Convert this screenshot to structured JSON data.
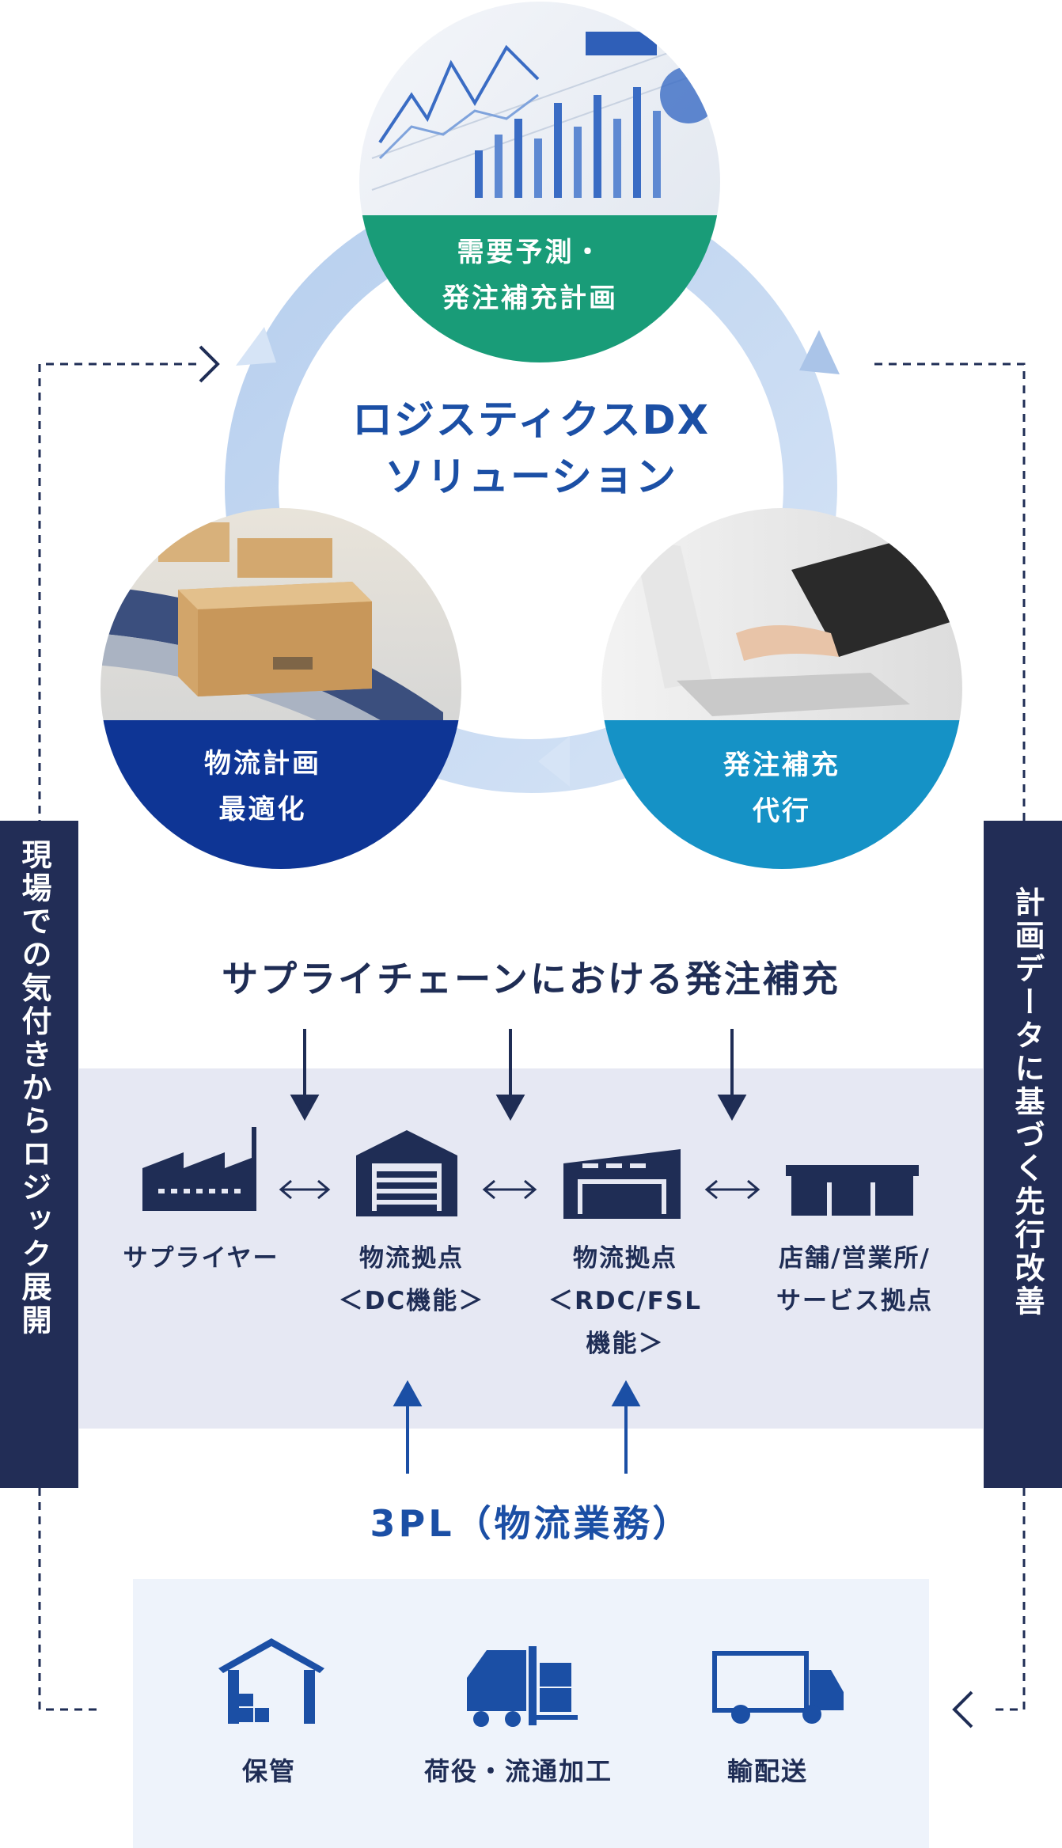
{
  "cycle": {
    "center_title": [
      "ロジスティクスDX",
      "ソリューション"
    ],
    "top_label": [
      "需要予測・",
      "発注補充計画"
    ],
    "left_label": [
      "物流計画",
      "最適化"
    ],
    "right_label": [
      "発注補充",
      "代行"
    ]
  },
  "supply_chain": {
    "title": "サプライチェーンにおける発注補充",
    "nodes": [
      {
        "lines": [
          "サプライヤー"
        ]
      },
      {
        "lines": [
          "物流拠点",
          "＜DC機能＞"
        ]
      },
      {
        "lines": [
          "物流拠点",
          "＜RDC/FSL",
          "機能＞"
        ]
      },
      {
        "lines": [
          "店舗/営業所/",
          "サービス拠点"
        ]
      }
    ]
  },
  "tpl": {
    "title": "3PL（物流業務）",
    "items": [
      {
        "label": "保管"
      },
      {
        "label": "荷役・流通加工"
      },
      {
        "label": "輸配送"
      }
    ]
  },
  "side": {
    "left": "現場での気付きからロジック展開",
    "right": "計画データに基づく先行改善"
  },
  "colors": {
    "navy": "#1f2d55",
    "blue": "#1b4fa5",
    "green": "#199c78",
    "deep_blue": "#0e3595",
    "cyan": "#1592c6",
    "band": "#e6e8f3",
    "panel": "#eef3fb"
  }
}
